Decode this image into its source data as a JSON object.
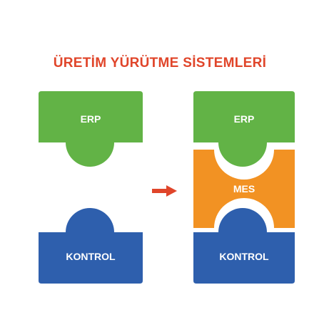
{
  "title": "ÜRETİM YÜRÜTME SİSTEMLERİ",
  "left": {
    "top_label": "ERP",
    "bottom_label": "KONTROL"
  },
  "right": {
    "top_label": "ERP",
    "middle_label": "MES",
    "bottom_label": "KONTROL"
  },
  "colors": {
    "title": "#e0452a",
    "erp": "#62b346",
    "mes": "#f29223",
    "kontrol": "#2e5fad",
    "arrow": "#e0452a"
  }
}
